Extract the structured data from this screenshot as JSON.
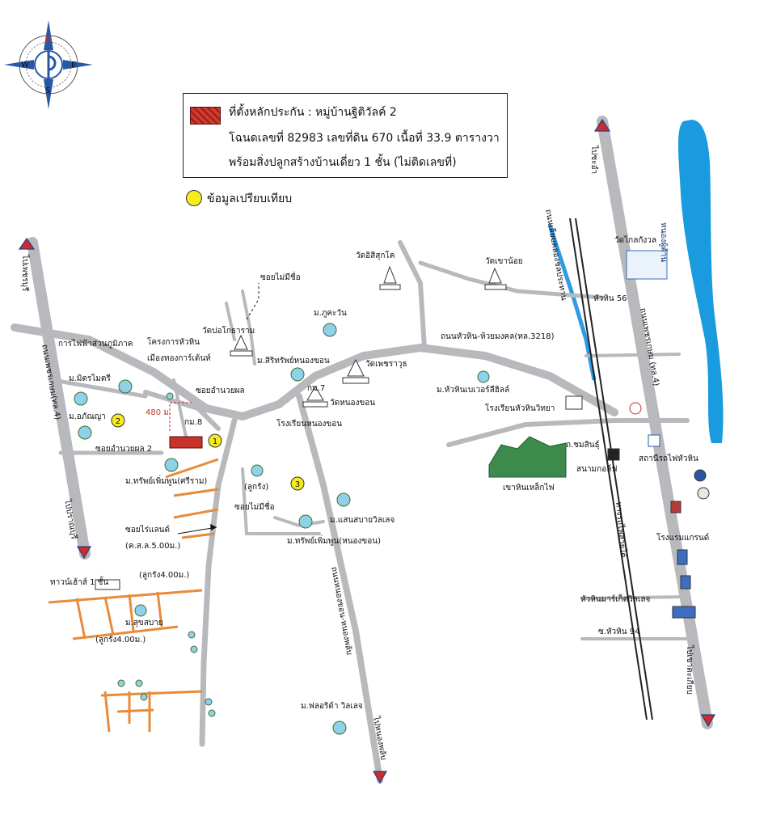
{
  "compass": {
    "n": "N",
    "s": "S",
    "e": "E",
    "w": "W"
  },
  "legend": {
    "line1": "ที่ตั้งหลักประกัน : หมู่บ้านฐิติวัลค์ 2",
    "line2": "โฉนดเลขที่ 82983 เลขที่ดิน 670 เนื้อที่ 33.9 ตารางวา",
    "line3": "พร้อมสิ่งปลูกสร้างบ้านเดี่ยว 1 ชั้น (ไม่ติดเลขที่)",
    "comparison": "ข้อมูลเปรียบเทียบ"
  },
  "markers": {
    "m1": "1",
    "m2": "2",
    "m3": "3"
  },
  "labels": {
    "soi_mai_mi_chue_top": "ซอยไม่มีชื่อ",
    "wat_ang_sila": "วัดอิสิสุกโค",
    "wat_khao_noi": "วัดเขาน้อย",
    "wat_klai_kangwon": "วัดไกลกังวล",
    "nong_ya_pond": "หนองผู้ต้าน",
    "to_phetchaburi": "ไปเพชรบุรี",
    "phetkasem_left": "ถนนเพชรเกษม(ทล.4)",
    "to_pranburi": "ไปปราณบุรี",
    "chachoeng": "ไปชะอำ",
    "phetkasem_right": "ถนนเพชรเกษม (ทล.4)",
    "khlong_road": "ถนนเลียบคลองชลประทาน",
    "hua_hin_56": "หัวหิน 56",
    "to_kaeng_krachan": "ไปเขาตะเกียบ",
    "rail": "ทางรถไฟสายใต้",
    "electricity": "การไฟฟ้าส่วนภูมิภาค",
    "project_hua_hin": "โครงการหัวหิน",
    "mueang_thong": "เมืองทองการ์เด้นท์",
    "wat_bo_kho": "วัดบ่อโกธาราม",
    "m_phu_kha_wan": "ม.ภูคะวัน",
    "m_sirisap": "ม.สิริทรัพย์หนองขอน",
    "road_3218": "ถนนหัวหิน-ห้วยมงคล(ทล.3218)",
    "wat_phet": "วัดเพชราวุธ",
    "km7": "กม.7",
    "wat_nong_khon": "วัดหนองขอน",
    "school_nong_khon": "โรงเรียนหนองขอน",
    "m_hua_hin_river": "ม.หัวหินเบเวอร์ลีฮิลล์",
    "school_hua_hin": "โรงเรียนหัวหินวิทยา",
    "m_mit_mai": "ม.มิตรไมตรี",
    "m_aphinya": "ม.อภัณญา",
    "soi_amnuay": "ซอยอำนวยผล",
    "dist_480": "480 ม.",
    "km8": "กม.8",
    "soi_amnuay_2": "ซอยอำนวยผล 2",
    "m_sap_phun": "ม.ทรัพย์เพิ่มพูน(ศรีราม)",
    "luk_rang": "(ลูกรัง)",
    "soi_mai_mi_chue_2": "ซอยไม่มีชื่อ",
    "soi_rai_land": "ซอยไร่แลนด์",
    "ks_5": "(ค.ส.ล.5.00ม.)",
    "m_saep": "ม.แสนสบายวิลเลจ",
    "m_sap_phun_2": "ม.ทรัพย์เพิ่มพูน(หนองขอน)",
    "chomsin": "ถ.ชมสินธุ์",
    "golf": "สนามกอล์ฟ",
    "khao_hin_lek_fai": "เขาหินเหล็กไฟ",
    "station": "สถานีรถไฟหัวหิน",
    "hotel": "โรงแรมแกรนด์",
    "townhouse": "ทาวน์เฮ้าส์ 1 ชั้น",
    "luk_rang_4": "(ลูกรัง4.00ม.)",
    "m_suk_sabai": "ม.สุขสบาย",
    "luk_rang_4b": "(ลูกรัง4.00ม.)",
    "nong_khon_road": "ถนนหนองขอน-หนองพลับ",
    "market_village": "หัวหินมาร์เก็ตวิลเลจ",
    "soi_hua_hin_94": "ซ.หัวหิน 94",
    "m_florida": "ม.ฟลอริด้า วิลเลจ",
    "to_nong_phlap": "ไปหนองพลับ"
  }
}
